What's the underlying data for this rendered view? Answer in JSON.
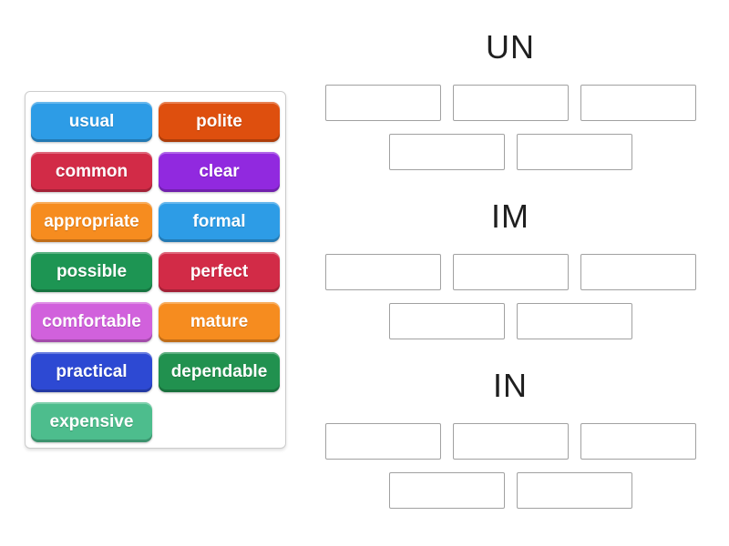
{
  "word_bank": {
    "words": [
      {
        "label": "usual",
        "color": "#2d9ce6"
      },
      {
        "label": "polite",
        "color": "#de4f0e"
      },
      {
        "label": "common",
        "color": "#d22b47"
      },
      {
        "label": "clear",
        "color": "#9129df"
      },
      {
        "label": "appropriate",
        "color": "#f68c1f"
      },
      {
        "label": "formal",
        "color": "#2d9ce6"
      },
      {
        "label": "possible",
        "color": "#1d9553"
      },
      {
        "label": "perfect",
        "color": "#d22b47"
      },
      {
        "label": "comfortable",
        "color": "#d161dc"
      },
      {
        "label": "mature",
        "color": "#f68c1f"
      },
      {
        "label": "practical",
        "color": "#2d49d3"
      },
      {
        "label": "dependable",
        "color": "#21914f"
      },
      {
        "label": "expensive",
        "color": "#4dbd8d"
      }
    ]
  },
  "groups": [
    {
      "label": "UN",
      "slot_count": 5
    },
    {
      "label": "IM",
      "slot_count": 5
    },
    {
      "label": "IN",
      "slot_count": 5
    }
  ],
  "colors": {
    "tile_text": "#ffffff",
    "slot_border": "#a1a1a1",
    "panel_border": "#cccccc",
    "group_title_text": "#1f1f1f"
  }
}
